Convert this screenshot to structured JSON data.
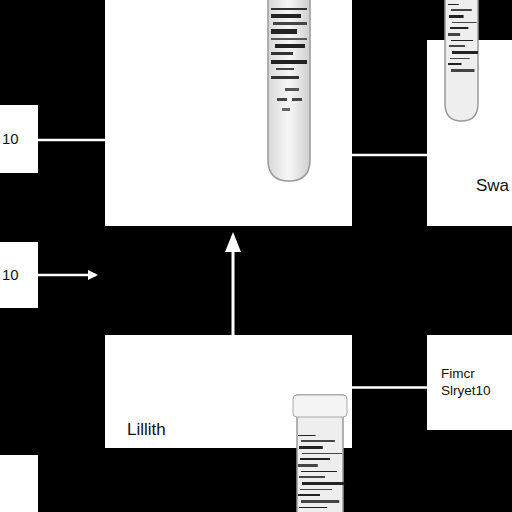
{
  "diagram": {
    "nodes": [
      {
        "text": [
          "10"
        ]
      },
      {
        "text": [
          "Swa"
        ]
      },
      {
        "text": [
          "10"
        ]
      },
      {
        "text": [
          "Lillith"
        ]
      },
      {
        "text": [
          "Fimcr Slryet10"
        ]
      }
    ],
    "edges": [
      {
        "from": 3,
        "to": 4,
        "arrow": "none"
      }
    ]
  }
}
